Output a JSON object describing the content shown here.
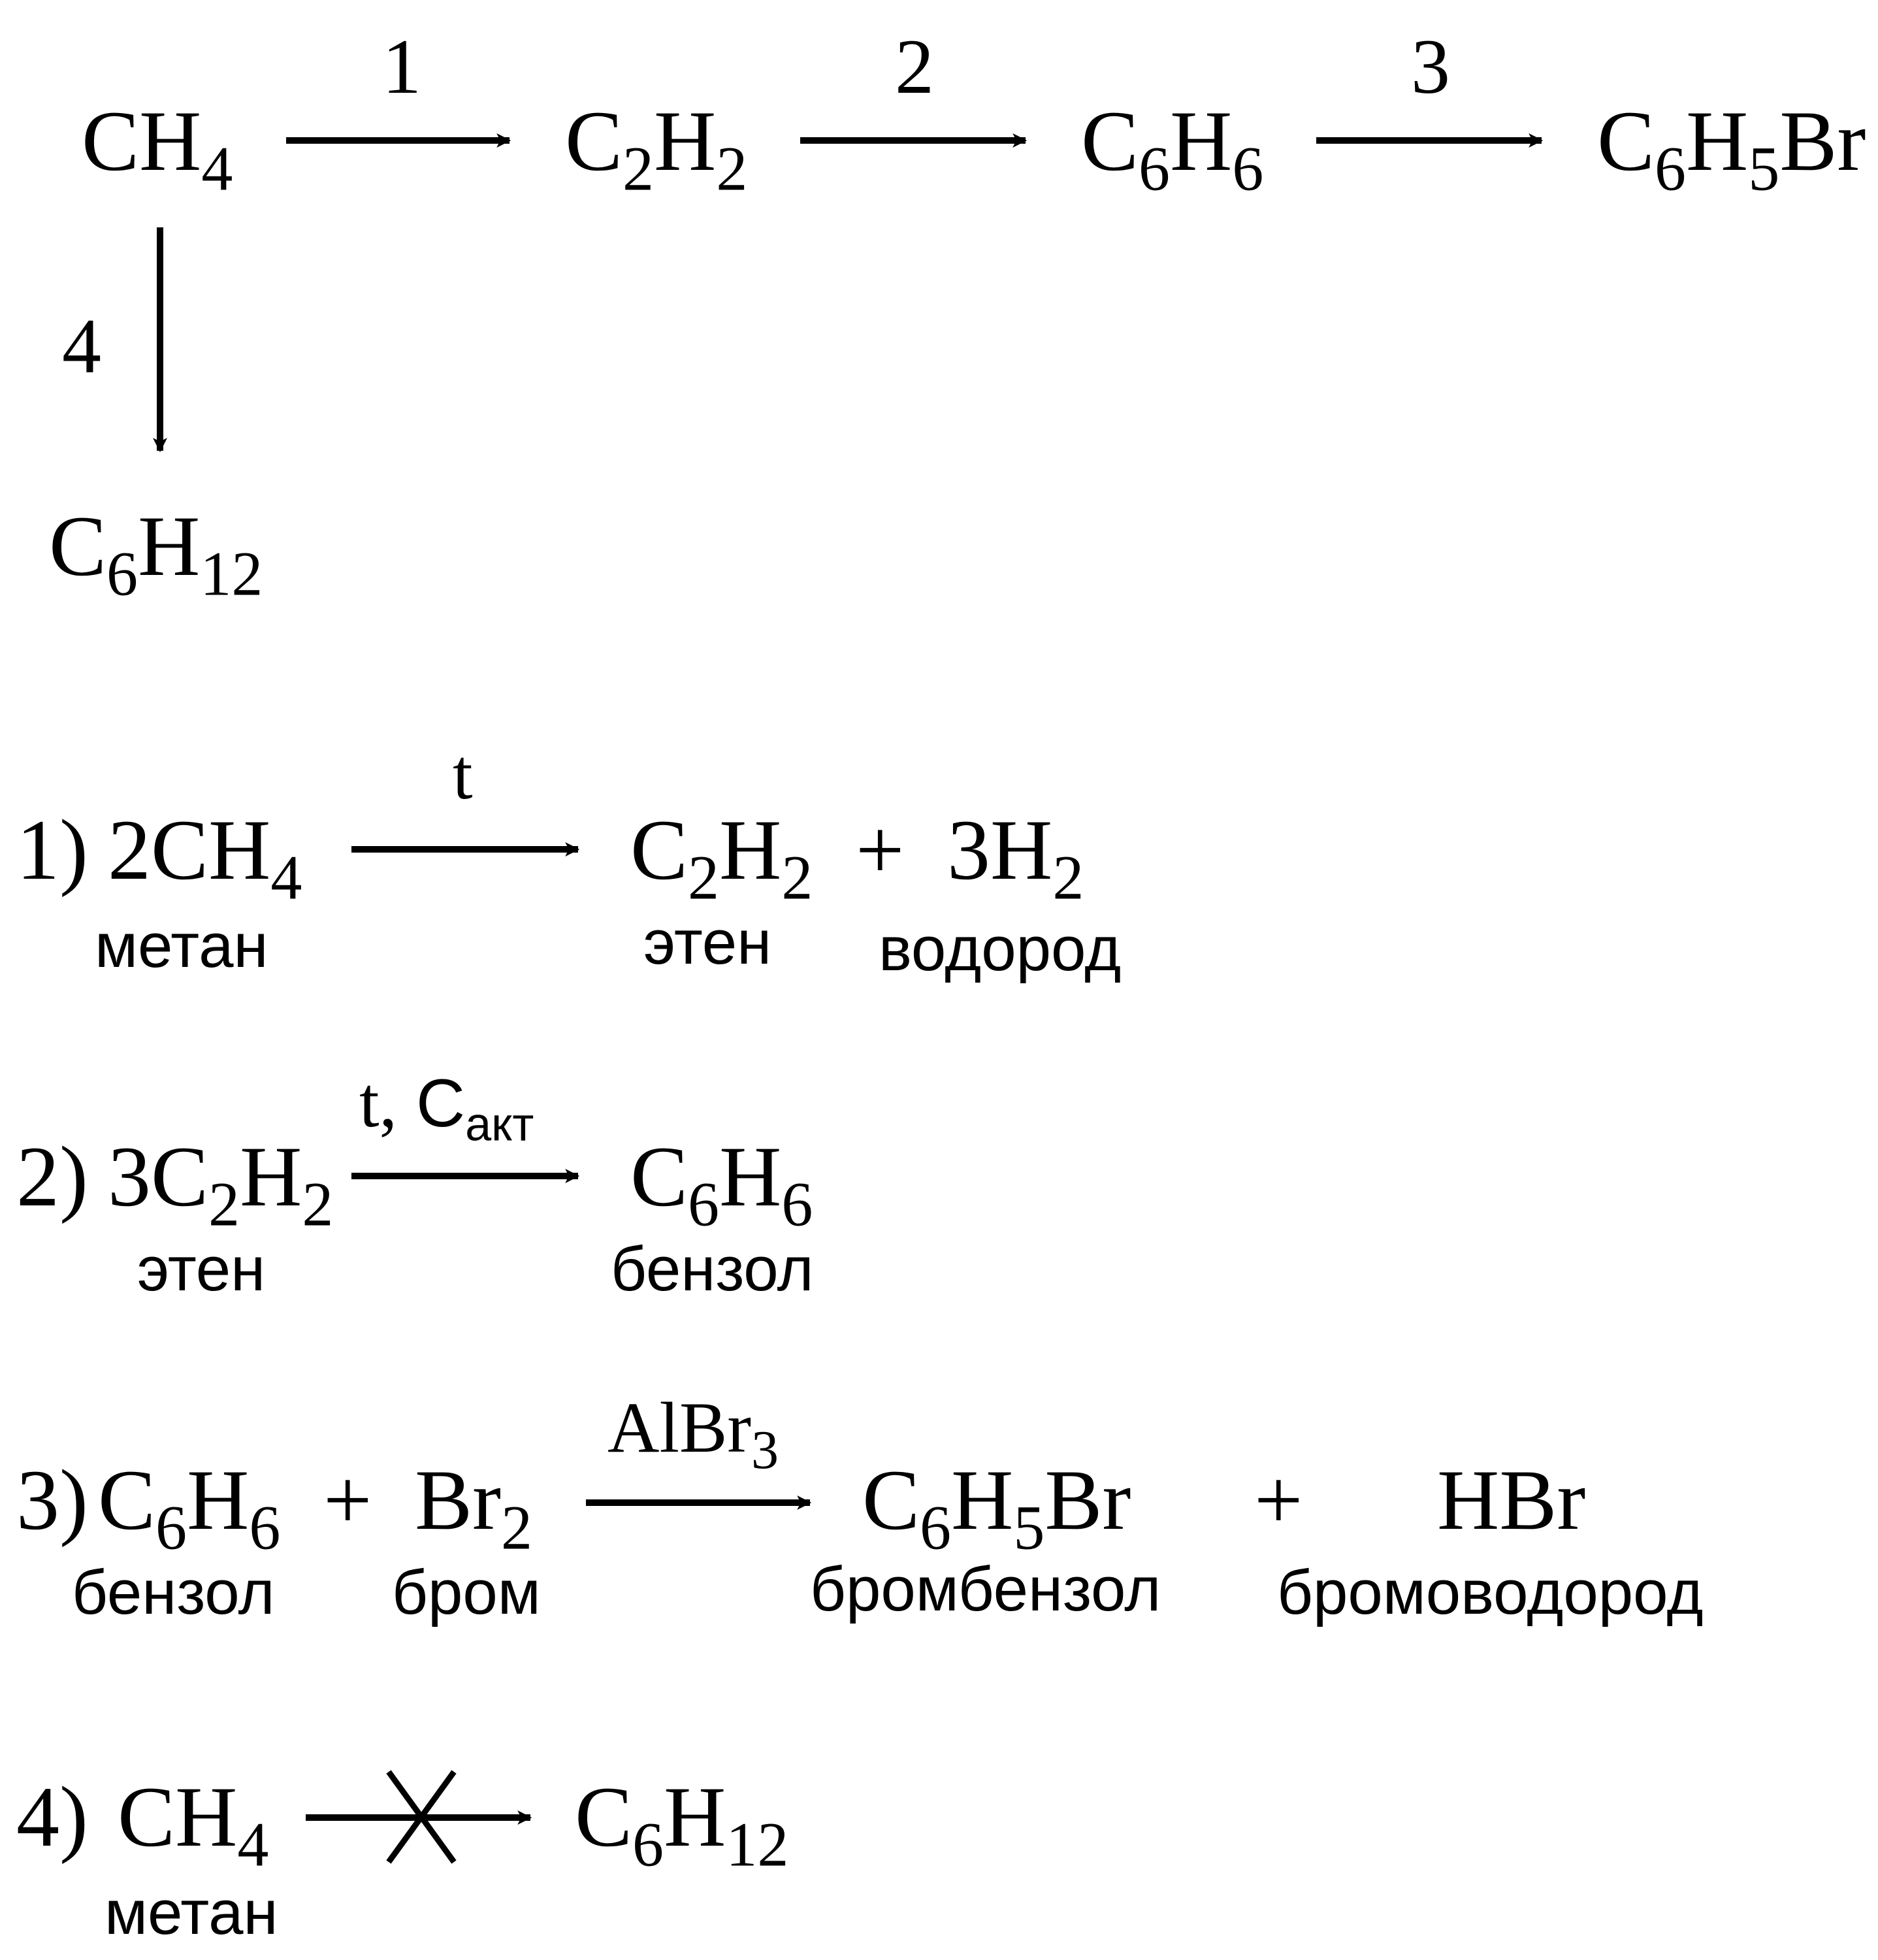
{
  "scheme": {
    "ch4": {
      "main": "CH",
      "sub": "4"
    },
    "c2h2": {
      "a": "C",
      "s1": "2",
      "b": "H",
      "s2": "2"
    },
    "c6h6": {
      "a": "C",
      "s1": "6",
      "b": "H",
      "s2": "6"
    },
    "c6h5br": {
      "a": "C",
      "s1": "6",
      "b": "H",
      "s2": "5",
      "c": "Br"
    },
    "c6h12": {
      "a": "C",
      "s1": "6",
      "b": "H",
      "s2": "12"
    },
    "step_labels": [
      "1",
      "2",
      "3",
      "4"
    ]
  },
  "reactions": [
    {
      "number": "1)",
      "reactant": {
        "coef": "2",
        "a": "CH",
        "s1": "4",
        "name": "метан"
      },
      "condition": "t",
      "product1": {
        "a": "C",
        "s1": "2",
        "b": "H",
        "s2": "2",
        "name": "этен"
      },
      "plus": "+",
      "product2": {
        "coef": "3",
        "a": "H",
        "s1": "2",
        "name": "водород"
      }
    },
    {
      "number": "2)",
      "reactant": {
        "coef": "3",
        "a": "C",
        "s1": "2",
        "b": "H",
        "s2": "2",
        "name": "этен"
      },
      "condition": {
        "t": "t,",
        "c": "C",
        "sub": "акт"
      },
      "product1": {
        "a": "C",
        "s1": "6",
        "b": "H",
        "s2": "6",
        "name": "бензол"
      }
    },
    {
      "number": "3)",
      "reactant1": {
        "a": "C",
        "s1": "6",
        "b": "H",
        "s2": "6",
        "name": "бензол"
      },
      "plus1": "+",
      "reactant2": {
        "a": "Br",
        "s1": "2",
        "name": "бром"
      },
      "condition": {
        "a": "AlBr",
        "sub": "3"
      },
      "product1": {
        "a": "C",
        "s1": "6",
        "b": "H",
        "s2": "5",
        "c": "Br",
        "name": "бромбензол"
      },
      "plus2": "+",
      "product2": {
        "a": "HBr",
        "name": "бромоводород"
      }
    },
    {
      "number": "4)",
      "reactant": {
        "a": "CH",
        "s1": "4",
        "name": "метан"
      },
      "product1": {
        "a": "C",
        "s1": "6",
        "b": "H",
        "s2": "12"
      }
    }
  ]
}
